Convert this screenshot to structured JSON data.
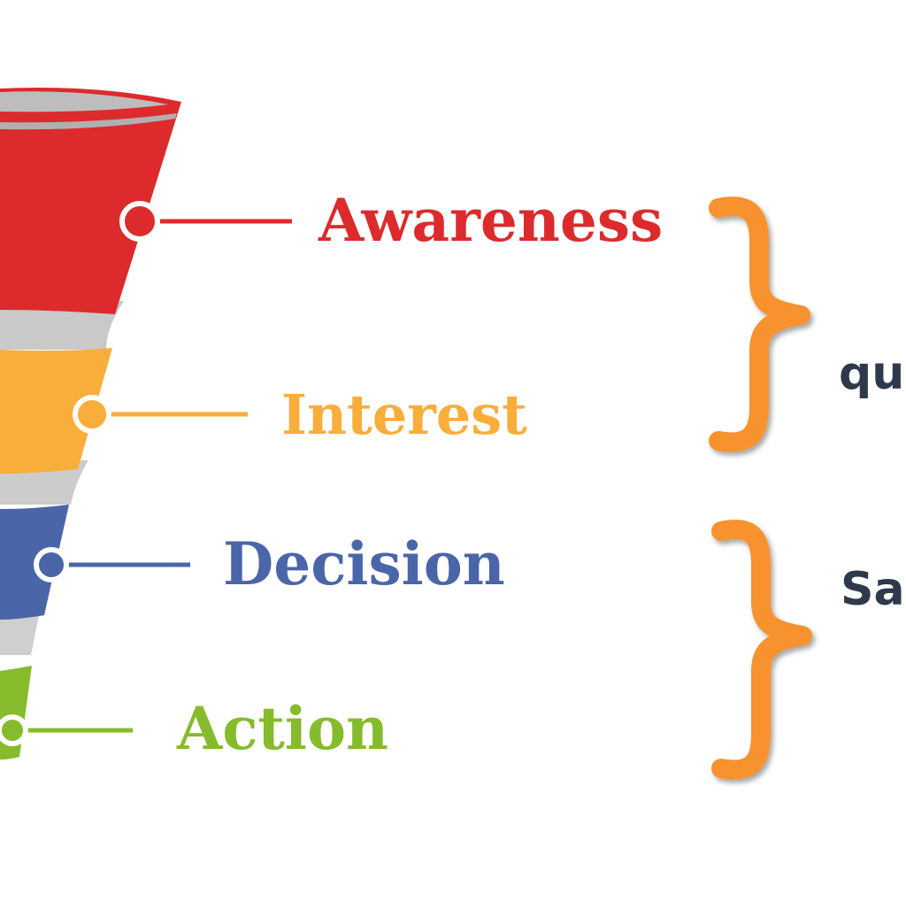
{
  "stages": [
    {
      "label": "Awareness",
      "color": "#dd2a2c"
    },
    {
      "label": "Interest",
      "color": "#f9ad3a"
    },
    {
      "label": "Decision",
      "color": "#4a66a8"
    },
    {
      "label": "Action",
      "color": "#86bb2b"
    }
  ],
  "groups": [
    {
      "label": "qu"
    },
    {
      "label": "Sa"
    }
  ],
  "colors": {
    "bracket": "#f7922f",
    "funnel_inner": "#c8c8c8",
    "text_dark": "#2e3a4b"
  }
}
